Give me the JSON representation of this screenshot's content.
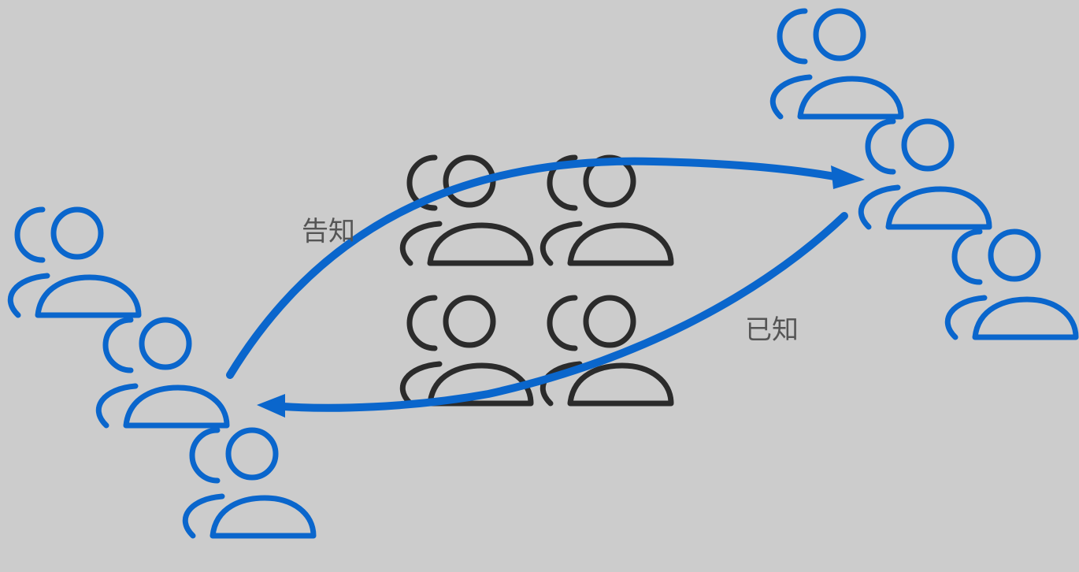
{
  "labels": {
    "inform": "告知",
    "known": "已知"
  },
  "colors": {
    "background": "#cccccc",
    "blue": "#0a66cc",
    "dark": "#2b2b2b",
    "label": "#555555"
  },
  "groups": {
    "left": {
      "icon": "users-icon",
      "count": 3,
      "color": "blue"
    },
    "center": {
      "icon": "users-icon",
      "count": 4,
      "color": "dark"
    },
    "right": {
      "icon": "users-icon",
      "count": 3,
      "color": "blue"
    }
  }
}
